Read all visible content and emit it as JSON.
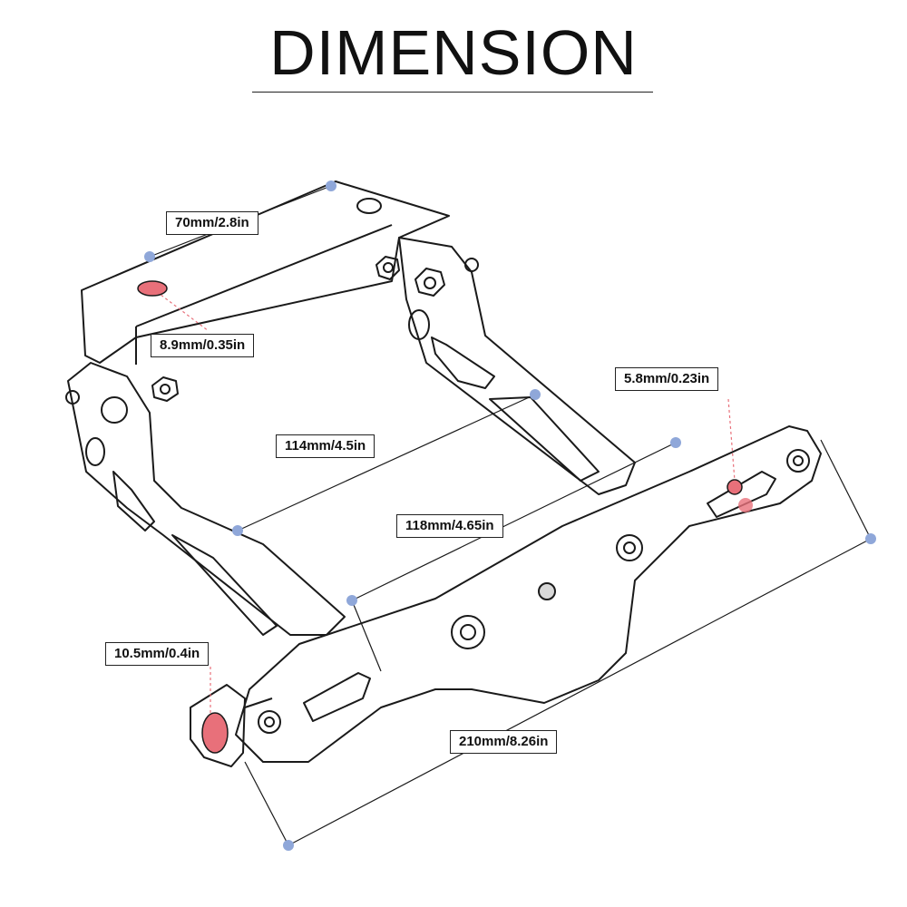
{
  "title": "DIMENSION",
  "colors": {
    "point_blue": "#8fa7d9",
    "point_red": "#e8707a",
    "line": "#1a1a1a"
  },
  "dimensions": {
    "top_width": "70mm/2.8in",
    "top_hole": "8.9mm/0.35in",
    "arm_length": "114mm/4.5in",
    "slot_hole": "5.8mm/0.23in",
    "inner_span": "118mm/4.65in",
    "mount_hole": "10.5mm/0.4in",
    "plate_length": "210mm/8.26in"
  }
}
